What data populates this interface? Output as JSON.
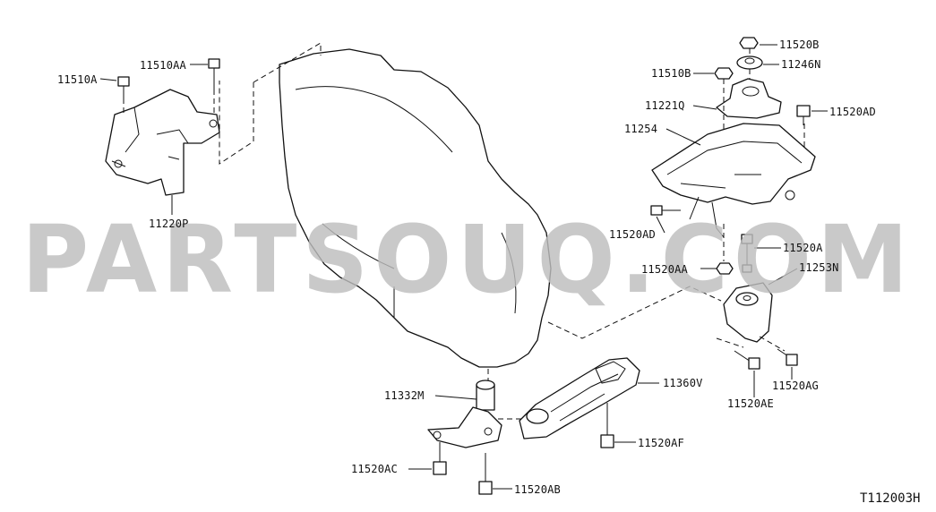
{
  "watermark": "PARTSOUQ.COM",
  "diagram_code": "T112003H",
  "labels": {
    "p11510A": "11510A",
    "p11510AA": "11510AA",
    "p11220P": "11220P",
    "p11520B": "11520B",
    "p11246N": "11246N",
    "p11510B": "11510B",
    "p11221Q": "11221Q",
    "p11520AD_r": "11520AD",
    "p11254": "11254",
    "p11520AD_l": "11520AD",
    "p11520A": "11520A",
    "p11520AA_r": "11520AA",
    "p11253N": "11253N",
    "p11332M": "11332M",
    "p11360V": "11360V",
    "p11520AE": "11520AE",
    "p11520AG": "11520AG",
    "p11520AF": "11520AF",
    "p11520AC": "11520AC",
    "p11520AB": "11520AB"
  }
}
